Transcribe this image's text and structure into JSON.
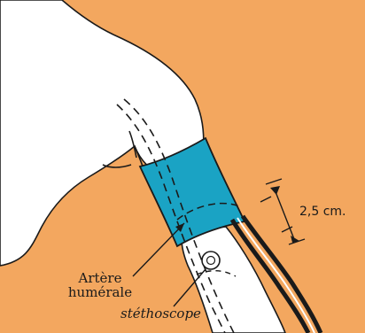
{
  "labels": {
    "artery_line1": "Artère",
    "artery_line2": "humérale",
    "stethoscope": "stéthoscope",
    "measurement": "2,5 cm."
  },
  "colors": {
    "background": "#f3a75f",
    "skin": "#ffffff",
    "cuff": "#1aa3c4",
    "outline": "#1a1a1a"
  },
  "icons": {
    "cuff": "blood-pressure-cuff-icon",
    "stethoscope": "stethoscope-head-icon",
    "tubes": "cuff-tubes-icon"
  }
}
